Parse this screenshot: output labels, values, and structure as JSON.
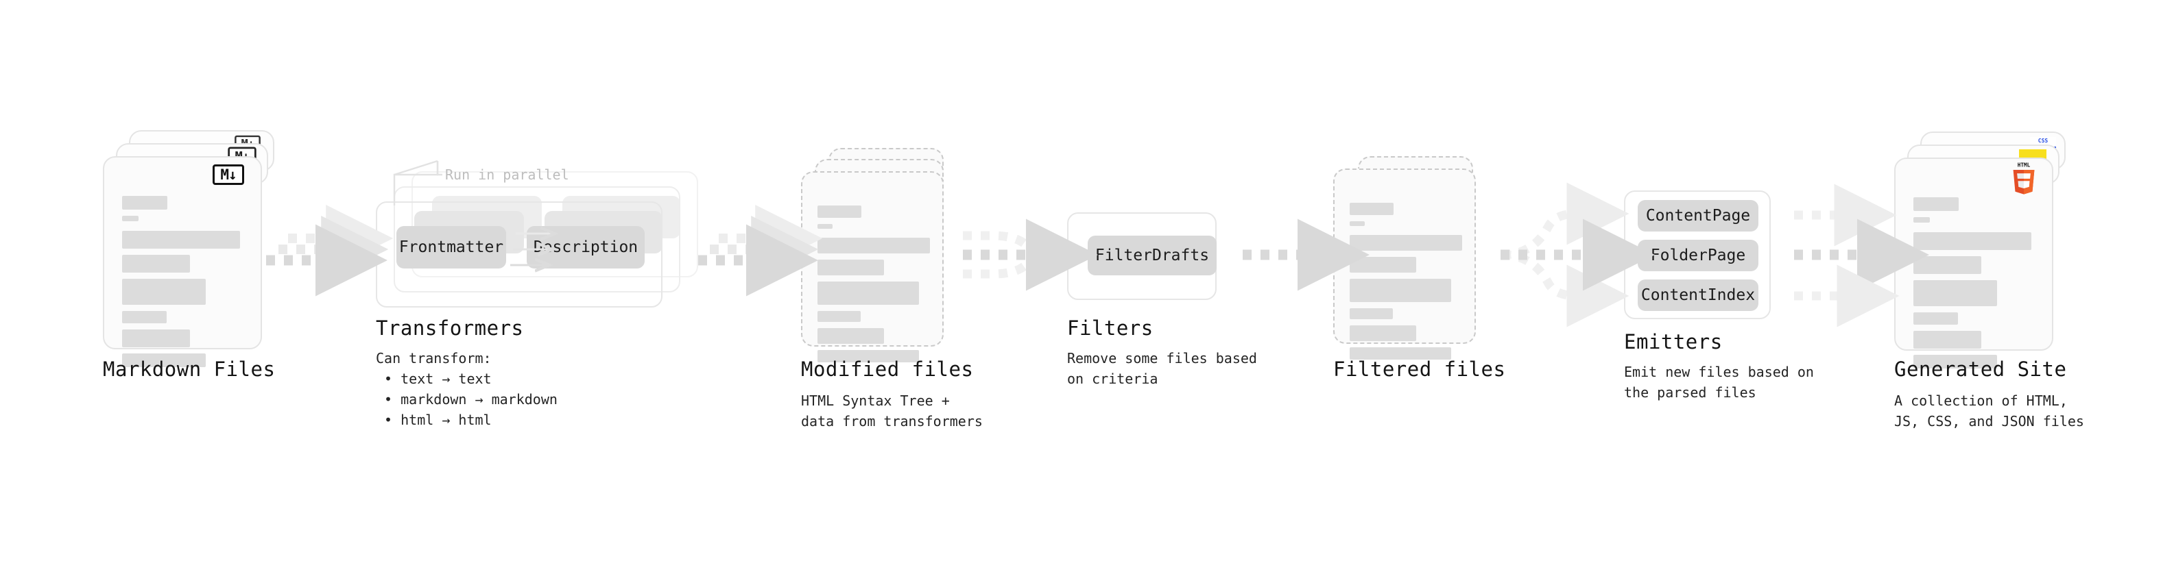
{
  "diagram": {
    "title_hidden": "",
    "colors": {
      "card_fill": "#fbfbfb",
      "card_border": "#e4e4e4",
      "line_fill": "#dcdcdc",
      "chip_fill": "#d9d9d9",
      "arrow_fill": "#d9d9d9",
      "note_text": "#bdbdbd",
      "html5_orange": "#e44d26",
      "js_yellow": "#f7df1e",
      "css_blue": "#264de4"
    }
  },
  "stages": [
    {
      "id": "markdown-files",
      "title": "Markdown Files",
      "subtitle": "",
      "badge": "markdown-badge",
      "badge_label": "M↓"
    },
    {
      "id": "transformers",
      "title": "Transformers",
      "subtitle": "Can transform:\n • text → text\n • markdown → markdown\n • html → html",
      "note": "Run in parallel",
      "chips": [
        "Frontmatter",
        "Description"
      ]
    },
    {
      "id": "modified-files",
      "title": "Modified files",
      "subtitle": "HTML Syntax Tree +\ndata from transformers"
    },
    {
      "id": "filters",
      "title": "Filters",
      "subtitle": "Remove some files based\non criteria",
      "chips": [
        "FilterDrafts"
      ]
    },
    {
      "id": "filtered-files",
      "title": "Filtered files",
      "subtitle": ""
    },
    {
      "id": "emitters",
      "title": "Emitters",
      "subtitle": "Emit new files based on\nthe parsed files",
      "chips": [
        "ContentPage",
        "FolderPage",
        "ContentIndex"
      ]
    },
    {
      "id": "generated-site",
      "title": "Generated Site",
      "subtitle": "A collection of HTML,\nJS, CSS, and JSON files",
      "badges": [
        "html5-badge",
        "js-badge",
        "css-badge"
      ],
      "css_badge_label": "CSS"
    }
  ]
}
